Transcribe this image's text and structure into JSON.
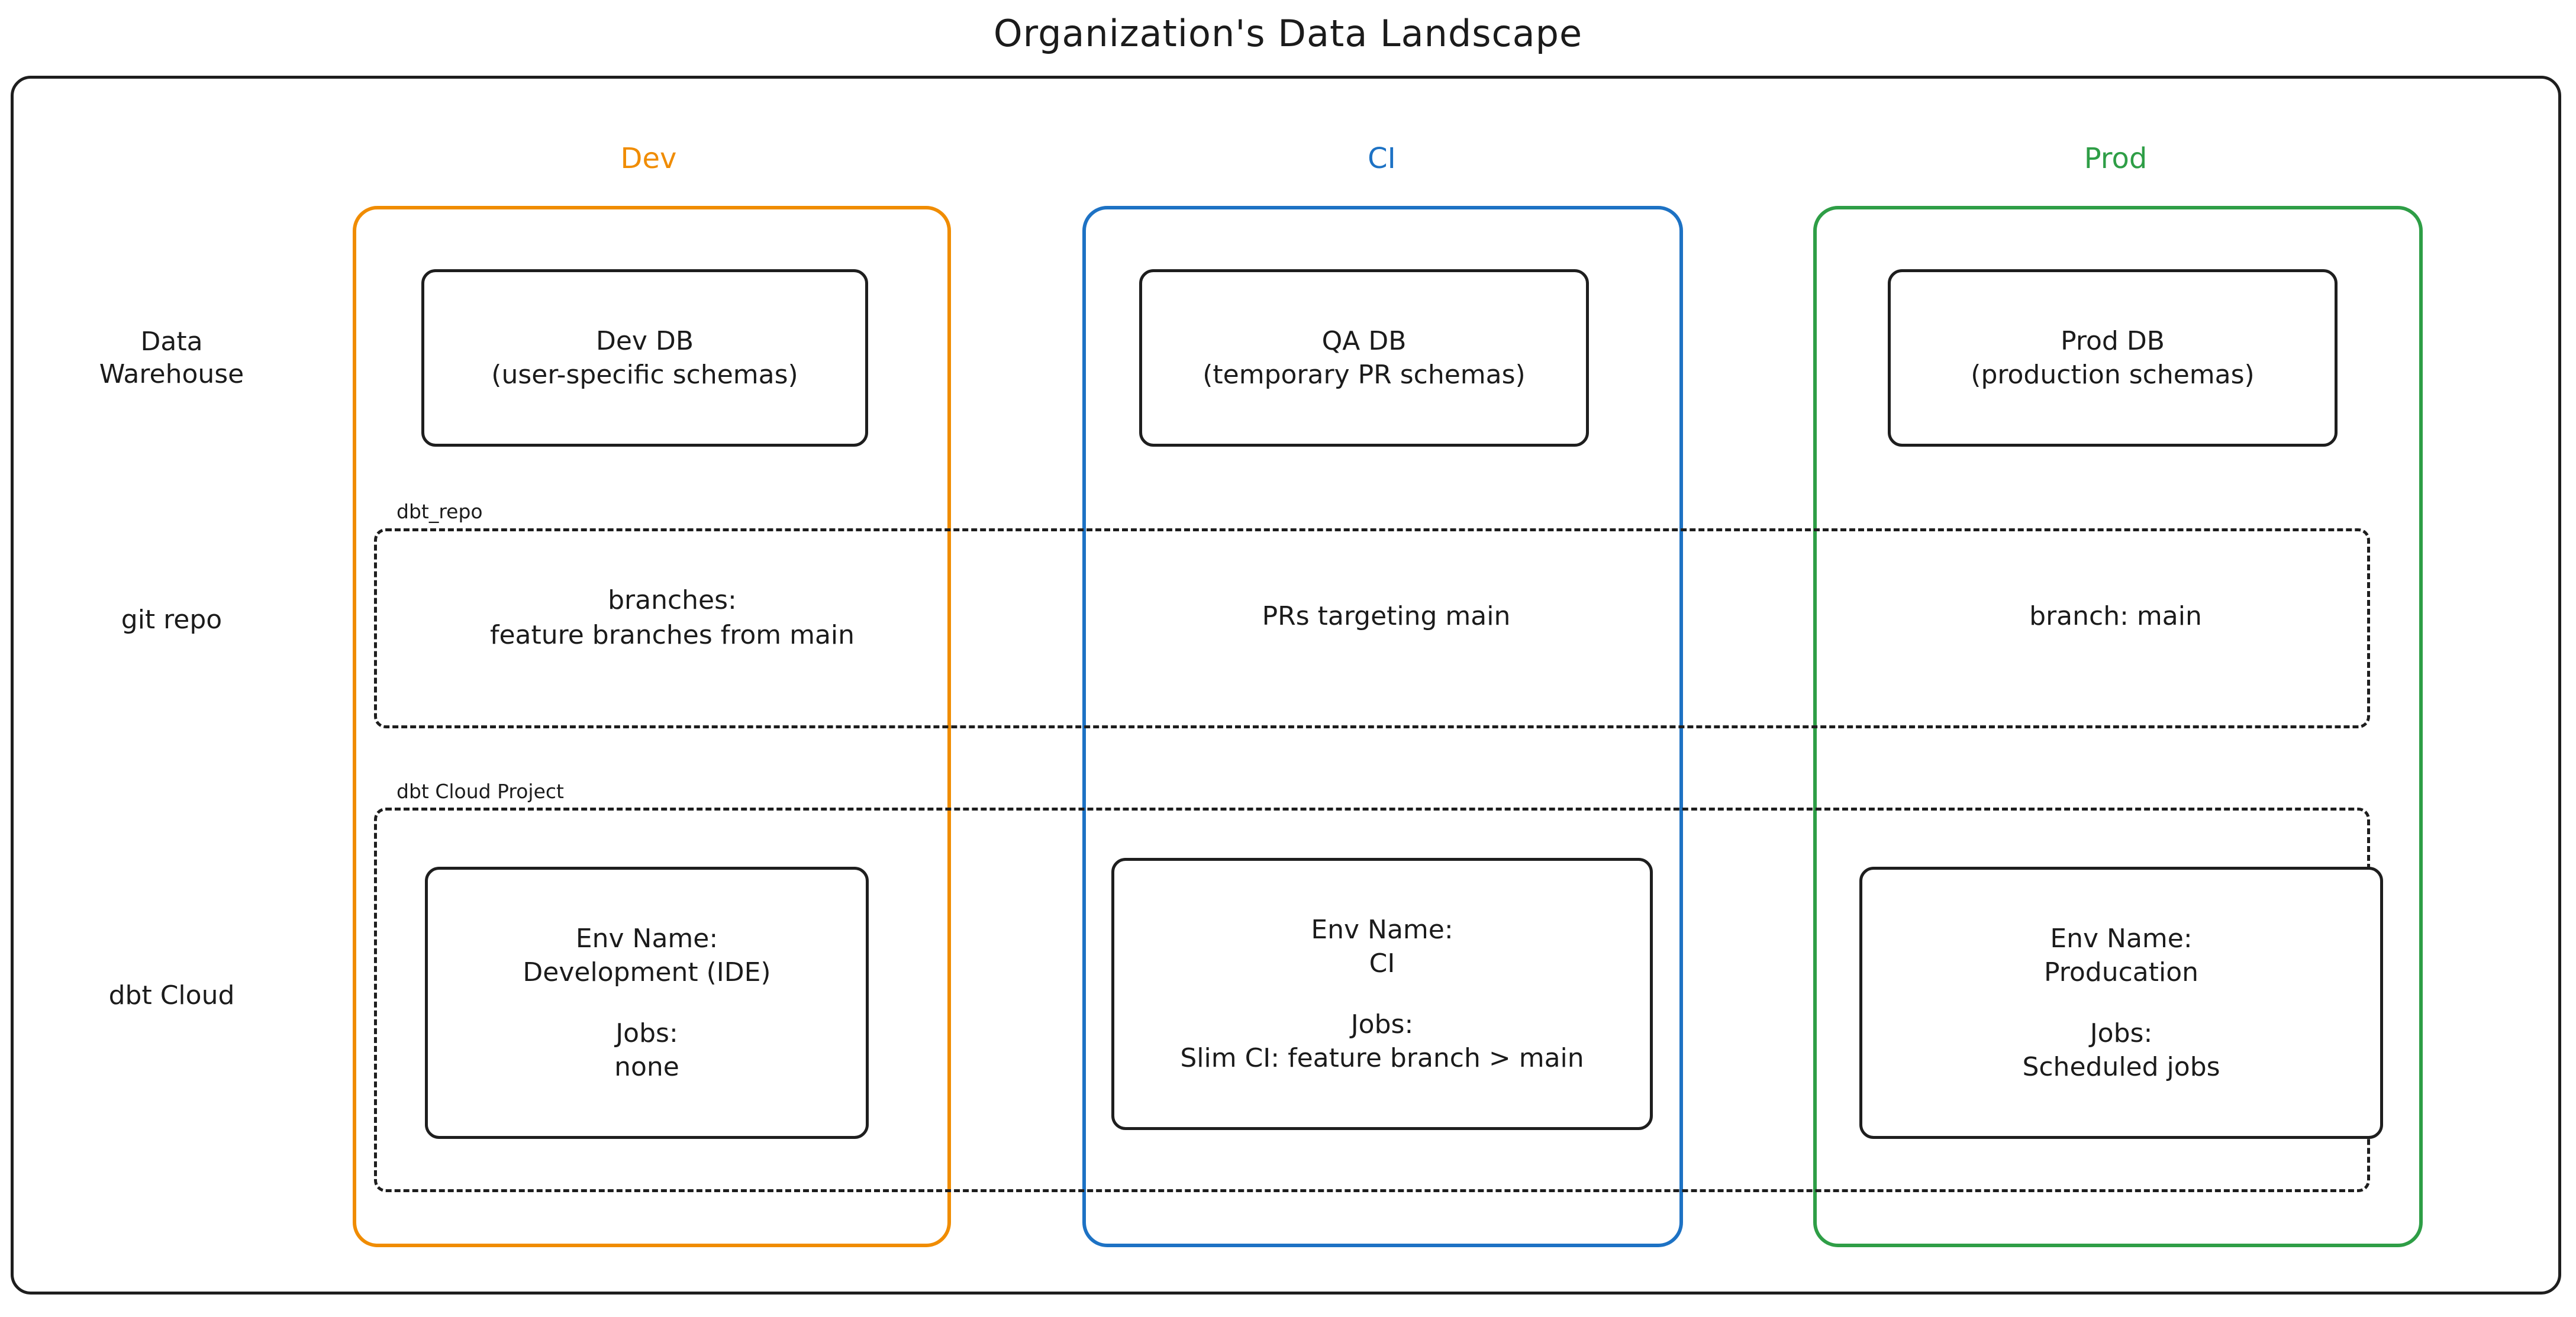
{
  "title": "Organization's Data Landscape",
  "columns": [
    {
      "key": "dev",
      "label": "Dev",
      "color": "#F08C00"
    },
    {
      "key": "ci",
      "label": "CI",
      "color": "#1D72C4"
    },
    {
      "key": "prod",
      "label": "Prod",
      "color": "#2E9E46"
    }
  ],
  "rows": [
    {
      "key": "warehouse",
      "label_line1": "Data",
      "label_line2": "Warehouse"
    },
    {
      "key": "git",
      "label_line1": "git repo",
      "label_line2": ""
    },
    {
      "key": "dbtcloud",
      "label_line1": "dbt Cloud",
      "label_line2": ""
    }
  ],
  "groups": {
    "dbt_repo": {
      "label": "dbt_repo"
    },
    "dbt_cloud_project": {
      "label": "dbt Cloud Project"
    }
  },
  "warehouse": {
    "dev": {
      "line1": "Dev DB",
      "line2": "(user-specific schemas)"
    },
    "ci": {
      "line1": "QA DB",
      "line2": "(temporary PR schemas)"
    },
    "prod": {
      "line1": "Prod DB",
      "line2": "(production schemas)"
    }
  },
  "git": {
    "dev": {
      "line1": "branches:",
      "line2": "feature branches from main"
    },
    "ci": {
      "line1": "PRs targeting main",
      "line2": ""
    },
    "prod": {
      "line1": "branch: main",
      "line2": ""
    }
  },
  "dbt_cloud": {
    "dev": {
      "env_label": "Env Name:",
      "env_value": "Development (IDE)",
      "jobs_label": "Jobs:",
      "jobs_value": "none"
    },
    "ci": {
      "env_label": "Env Name:",
      "env_value": "CI",
      "jobs_label": "Jobs:",
      "jobs_value": "Slim CI: feature branch > main"
    },
    "prod": {
      "env_label": "Env Name:",
      "env_value": "Producation",
      "jobs_label": "Jobs:",
      "jobs_value": "Scheduled jobs"
    }
  }
}
